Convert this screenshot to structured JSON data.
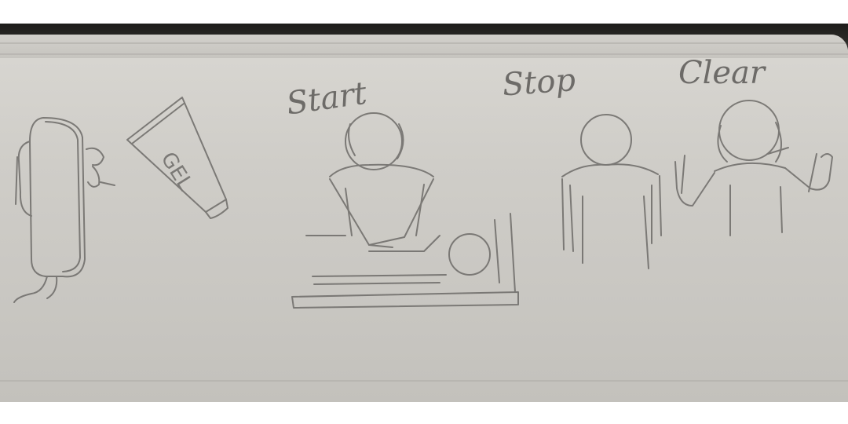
{
  "labels": {
    "start": "Start",
    "stop": "Stop",
    "clear": "Clear"
  },
  "gel_text": "GEL",
  "colors": {
    "pencil": "#6d6b68",
    "paper": "#d2d0cb",
    "background": "#ffffff"
  }
}
